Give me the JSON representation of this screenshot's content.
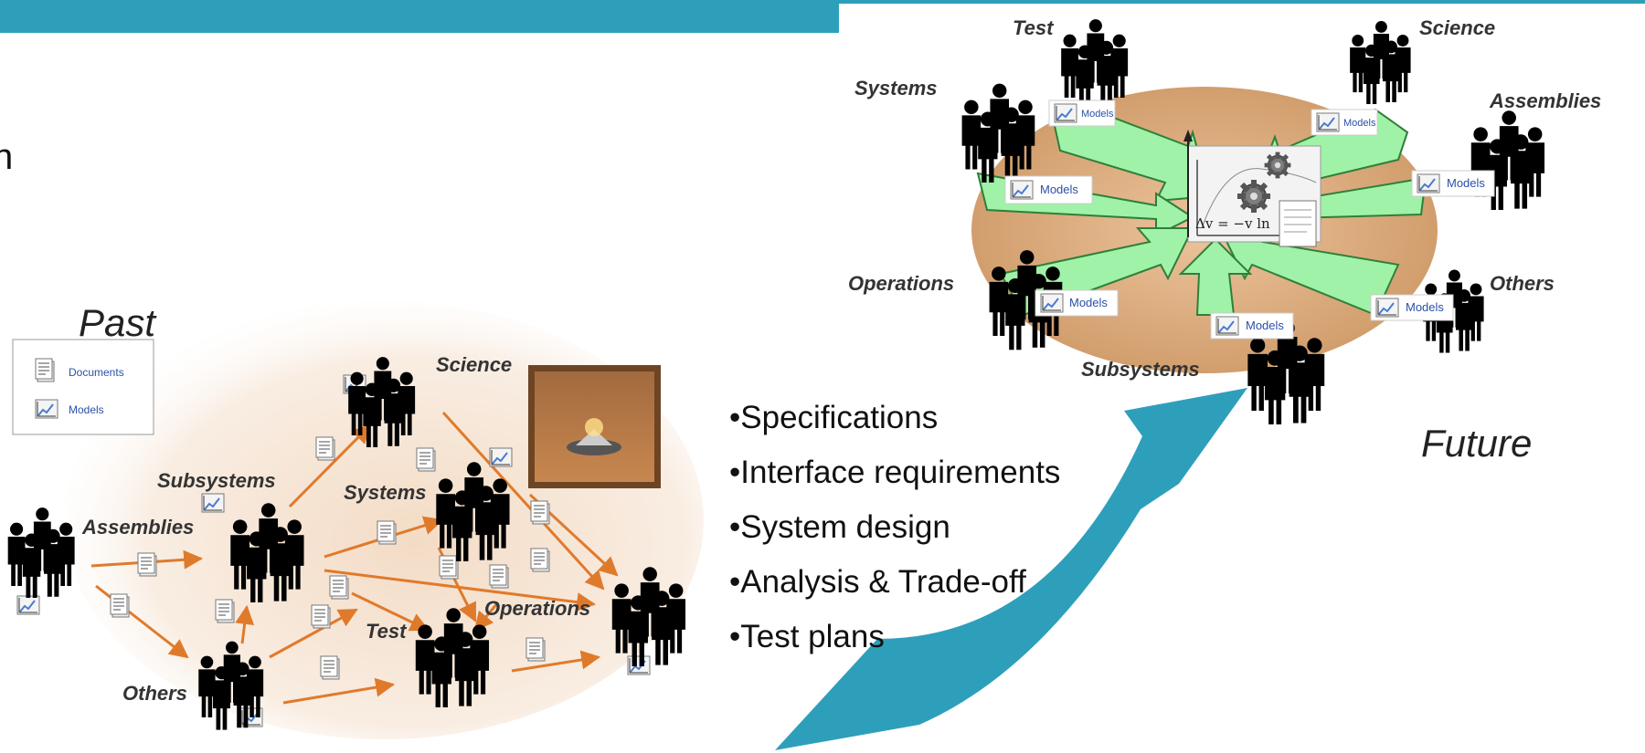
{
  "colors": {
    "accent": "#2e9fbb",
    "arrow_green": "#9ff2a7",
    "arrow_orange": "#e07a2b",
    "ellipse": "#d9a87a"
  },
  "edge_mark": "n",
  "past": {
    "title": "Past",
    "legend": {
      "documents": "Documents",
      "models": "Models"
    },
    "labels": {
      "science": "Science",
      "subsystems": "Subsystems",
      "systems": "Systems",
      "assemblies": "Assemblies",
      "operations": "Operations",
      "test": "Test",
      "others": "Others"
    }
  },
  "future": {
    "title": "Future",
    "labels": {
      "test": "Test",
      "science": "Science",
      "systems": "Systems",
      "assemblies": "Assemblies",
      "operations": "Operations",
      "others": "Others",
      "subsystems": "Subsystems"
    },
    "models_label": "Models"
  },
  "bullets": [
    "Specifications",
    "Interface requirements",
    "System design",
    "Analysis & Trade-off",
    "Test plans"
  ],
  "icons": [
    "people-group-icon",
    "document-icon",
    "model-chart-icon",
    "gear-icon",
    "mars-lander-image"
  ]
}
